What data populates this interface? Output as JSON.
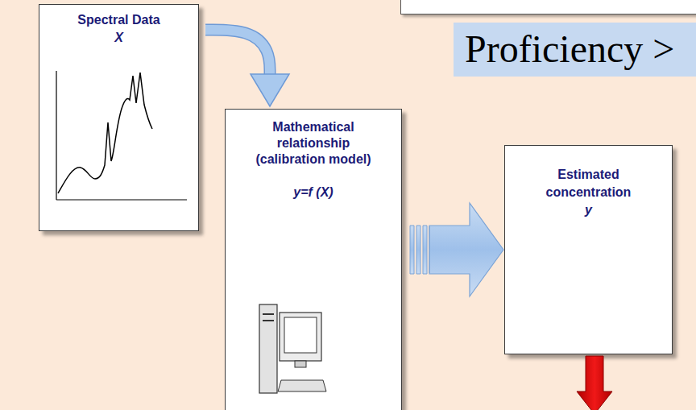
{
  "diagram": {
    "nodes": [
      {
        "text": [
          "Spectral Data",
          "X"
        ]
      },
      {
        "text": [
          "Proficiency >"
        ]
      },
      {
        "text": [
          "Mathematical relationship (calibration model)",
          "y=f (X)"
        ]
      },
      {
        "text": [
          "Estimated concentration",
          "y"
        ]
      }
    ],
    "edges": [
      {
        "from": 0,
        "to": 2,
        "arrow": "to"
      },
      {
        "from": 2,
        "to": 3,
        "arrow": "to"
      }
    ]
  }
}
